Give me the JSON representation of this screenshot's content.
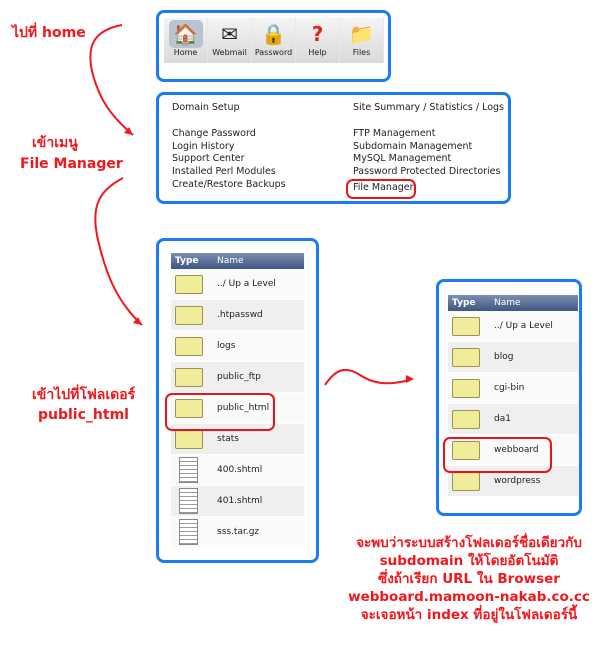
{
  "annotations": {
    "go_home": "ไปที่ home",
    "enter_menu_1": "เข้าเมนู",
    "enter_menu_2": "File Manager",
    "enter_folder_1": "เข้าไปที่โฟลเดอร์",
    "enter_folder_2": "public_html",
    "note": [
      "จะพบว่าระบบสร้างโฟลเดอร์ชื่อเดียวกับ",
      "subdomain ให้โดยอัตโนมัติ",
      "ซึ่งถ้าเรียก URL ใน Browser",
      "webboard.mamoon-nakab.co.cc",
      "จะเจอหน้า index ที่อยู่ในโฟลเดอร์นี้"
    ]
  },
  "toolbar": [
    {
      "label": "Home",
      "icon": "house-icon"
    },
    {
      "label": "Webmail",
      "icon": "mail-icon"
    },
    {
      "label": "Password",
      "icon": "padlock-icon"
    },
    {
      "label": "Help",
      "icon": "question-icon"
    },
    {
      "label": "Files",
      "icon": "files-icon"
    }
  ],
  "menu": {
    "left_header": "Domain Setup",
    "right_header": "Site Summary / Statistics / Logs",
    "left": [
      "Change Password",
      "Login History",
      "Support Center",
      "Installed Perl Modules",
      "Create/Restore Backups"
    ],
    "right": [
      "FTP Management",
      "Subdomain Management",
      "MySQL Management",
      "Password Protected Directories",
      "File Manager"
    ]
  },
  "table1": {
    "headers": [
      "Type",
      "Name"
    ],
    "rows": [
      {
        "type": "folder",
        "name": "../ Up a Level"
      },
      {
        "type": "folder",
        "name": ".htpasswd"
      },
      {
        "type": "folder",
        "name": "logs"
      },
      {
        "type": "folder",
        "name": "public_ftp"
      },
      {
        "type": "folder",
        "name": "public_html"
      },
      {
        "type": "folder",
        "name": "stats"
      },
      {
        "type": "file",
        "name": "400.shtml"
      },
      {
        "type": "file",
        "name": "401.shtml"
      },
      {
        "type": "file",
        "name": "sss.tar.gz"
      }
    ]
  },
  "table2": {
    "headers": [
      "Type",
      "Name"
    ],
    "rows": [
      {
        "type": "folder",
        "name": "../ Up a Level"
      },
      {
        "type": "folder",
        "name": "blog"
      },
      {
        "type": "folder",
        "name": "cgi-bin"
      },
      {
        "type": "folder",
        "name": "da1"
      },
      {
        "type": "folder",
        "name": "webboard"
      },
      {
        "type": "folder",
        "name": "wordpress"
      }
    ]
  },
  "colors": {
    "box": "#1a7cf0",
    "annotation": "#f2161d"
  }
}
